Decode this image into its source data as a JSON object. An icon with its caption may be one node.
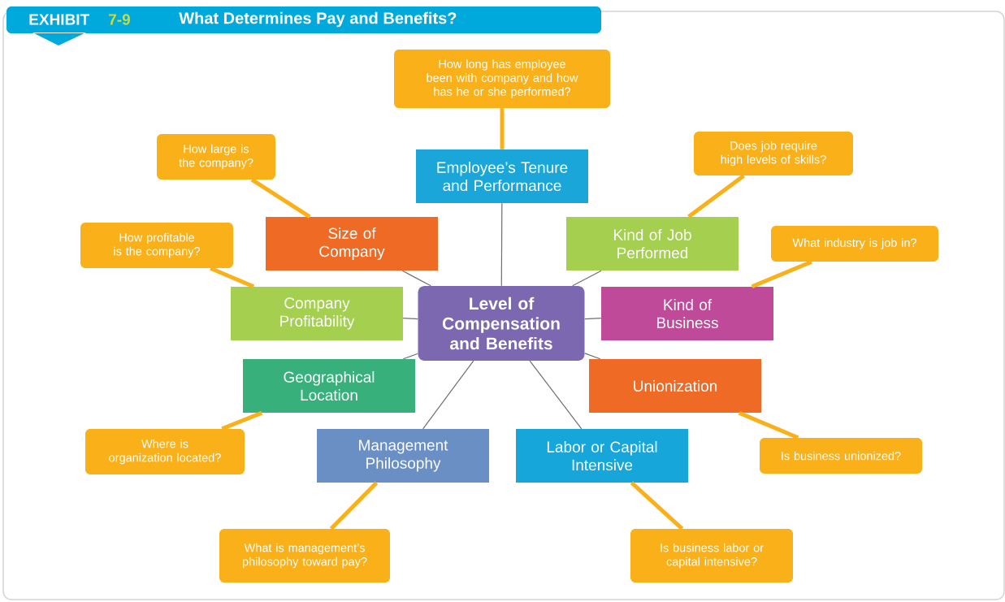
{
  "diagram": {
    "title": "What Determines Pay and Benefits?",
    "nodes": [
      {
        "text": [
          "Level of Compensation and Benefits"
        ]
      },
      {
        "text": [
          "Employee’s Tenure and Performance"
        ]
      },
      {
        "text": [
          "Size of Company"
        ]
      },
      {
        "text": [
          "Kind of Job Performed"
        ]
      },
      {
        "text": [
          "Company Profitability"
        ]
      },
      {
        "text": [
          "Kind of Business"
        ]
      },
      {
        "text": [
          "Geographical Location"
        ]
      },
      {
        "text": [
          "Unionization"
        ]
      },
      {
        "text": [
          "Management Philosophy"
        ]
      },
      {
        "text": [
          "Labor or Capital Intensive"
        ]
      },
      {
        "text": [
          "How long has employee been with company and how has he or she performed?"
        ]
      },
      {
        "text": [
          "How large is the company?"
        ]
      },
      {
        "text": [
          "Does job require high levels of skills?"
        ]
      },
      {
        "text": [
          "How profitable is the company?"
        ]
      },
      {
        "text": [
          "What industry is job in?"
        ]
      },
      {
        "text": [
          "Where is organization located?"
        ]
      },
      {
        "text": [
          "Is business unionized?"
        ]
      },
      {
        "text": [
          "What is management’s philosophy toward pay?"
        ]
      },
      {
        "text": [
          "Is business labor or capital intensive?"
        ]
      }
    ],
    "edges": [
      {
        "from": 0,
        "to": 1,
        "arrow": "none"
      },
      {
        "from": 0,
        "to": 2,
        "arrow": "none"
      },
      {
        "from": 0,
        "to": 3,
        "arrow": "none"
      },
      {
        "from": 0,
        "to": 4,
        "arrow": "none"
      },
      {
        "from": 0,
        "to": 5,
        "arrow": "none"
      },
      {
        "from": 0,
        "to": 6,
        "arrow": "none"
      },
      {
        "from": 0,
        "to": 7,
        "arrow": "none"
      },
      {
        "from": 0,
        "to": 8,
        "arrow": "none"
      },
      {
        "from": 0,
        "to": 9,
        "arrow": "none"
      },
      {
        "from": 10,
        "to": 1,
        "arrow": "none",
        "style": "thick",
        "color": "#f9b019"
      },
      {
        "from": 11,
        "to": 2,
        "arrow": "none",
        "style": "thick",
        "color": "#f9b019"
      },
      {
        "from": 12,
        "to": 3,
        "arrow": "none",
        "style": "thick",
        "color": "#f9b019"
      },
      {
        "from": 13,
        "to": 4,
        "arrow": "none",
        "style": "thick",
        "color": "#f9b019"
      },
      {
        "from": 14,
        "to": 5,
        "arrow": "none",
        "style": "thick",
        "color": "#f9b019"
      },
      {
        "from": 15,
        "to": 6,
        "arrow": "none",
        "style": "thick",
        "color": "#f9b019"
      },
      {
        "from": 16,
        "to": 7,
        "arrow": "none",
        "style": "thick",
        "color": "#f9b019"
      },
      {
        "from": 17,
        "to": 8,
        "arrow": "none",
        "style": "thick",
        "color": "#f9b019"
      },
      {
        "from": 18,
        "to": 9,
        "arrow": "none",
        "style": "thick",
        "color": "#f9b019"
      }
    ],
    "labels": [
      "EXHIBIT",
      "7-9"
    ]
  }
}
